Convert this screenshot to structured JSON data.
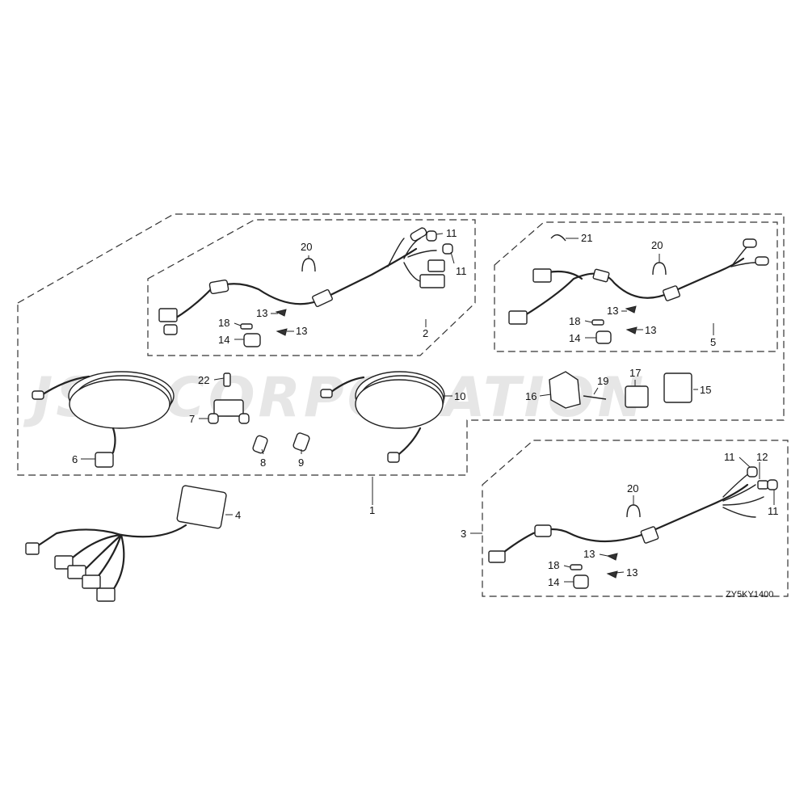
{
  "watermark": "JSP CORPORATION",
  "diagram_code": "ZY5KY1400",
  "callouts": {
    "c1": "1",
    "c2": "2",
    "c3": "3",
    "c4": "4",
    "c5": "5",
    "c6": "6",
    "c7": "7",
    "c8": "8",
    "c9": "9",
    "c10": "10",
    "c11": "11",
    "c12": "12",
    "c13": "13",
    "c14": "14",
    "c15": "15",
    "c16": "16",
    "c17": "17",
    "c18": "18",
    "c19": "19",
    "c20": "20",
    "c21": "21",
    "c22": "22"
  }
}
